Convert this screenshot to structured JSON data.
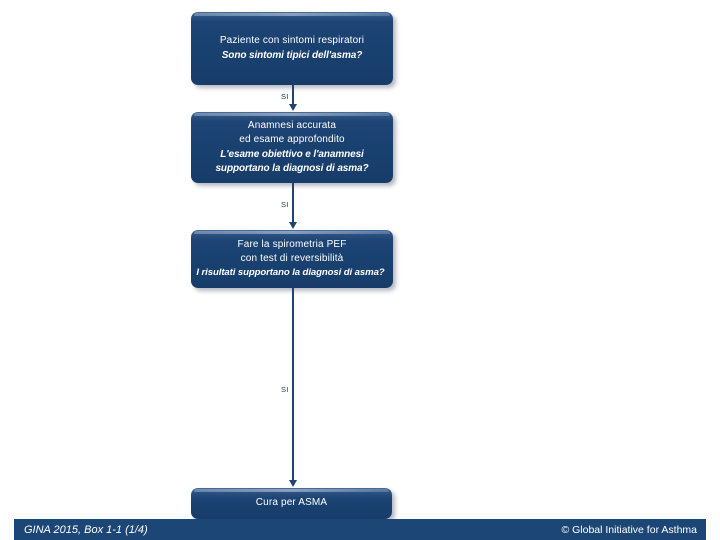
{
  "slide": {
    "background_color": "#ffffff",
    "accent_color": "#1c4675",
    "box_fill_color": "#194170",
    "connector_color": "#1f4470"
  },
  "flowchart": {
    "boxes": [
      {
        "id": "symptoms",
        "lines": [
          {
            "text": "Paziente con sintomi respiratori",
            "style": "regular"
          },
          {
            "text": "Sono sintomi tipici dell'asma?",
            "style": "italic"
          }
        ]
      },
      {
        "id": "history",
        "lines": [
          {
            "text": "Anamnesi accurata",
            "style": "regular"
          },
          {
            "text": "ed esame approfondito",
            "style": "regular"
          },
          {
            "text": "L'esame obiettivo e l'anamnesi",
            "style": "italic"
          },
          {
            "text": "supportano la diagnosi di asma?",
            "style": "italic"
          }
        ]
      },
      {
        "id": "spirometry",
        "lines": [
          {
            "text": "Fare la spirometria PEF",
            "style": "regular"
          },
          {
            "text": "con test di reversibilità",
            "style": "regular"
          },
          {
            "text": "I risultati supportano la diagnosi di asma?",
            "style": "italic-overflow"
          }
        ]
      },
      {
        "id": "treat",
        "lines": [
          {
            "text": "Cura per ASMA",
            "style": "regular"
          }
        ]
      }
    ],
    "connectors": [
      {
        "id": "symptoms-to-history",
        "label": "SI"
      },
      {
        "id": "history-to-spirometry",
        "label": "SI"
      },
      {
        "id": "spirometry-to-treat",
        "label": "SI"
      }
    ]
  },
  "footer": {
    "left": "GINA 2015, Box 1-1 (1/4)",
    "right": "© Global Initiative for Asthma"
  }
}
